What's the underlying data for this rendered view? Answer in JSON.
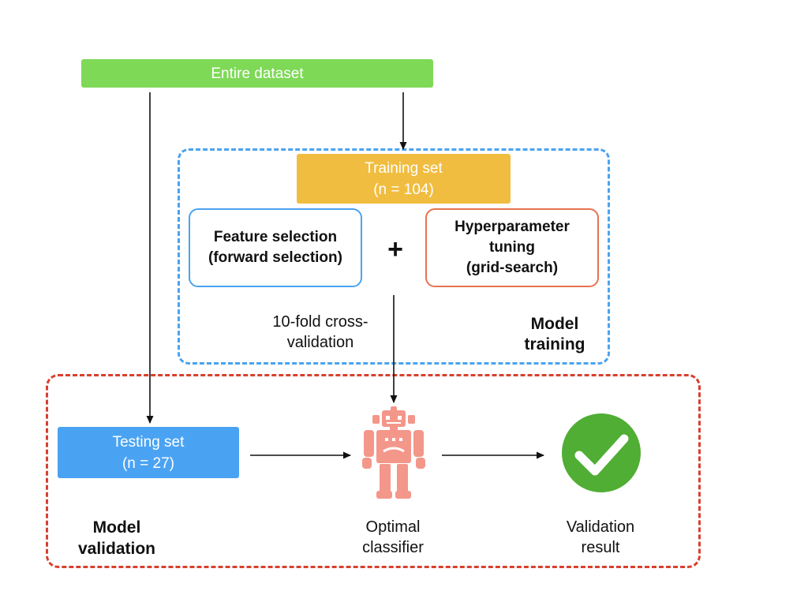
{
  "nodes": {
    "entire_dataset": "Entire dataset",
    "training_set": {
      "line1": "Training set",
      "line2": "(n = 104)"
    },
    "feature_selection": {
      "line1": "Feature selection",
      "line2": "(forward selection)"
    },
    "plus_sign": "+",
    "hyperparameter_tuning": {
      "line1": "Hyperparameter",
      "line2": "tuning",
      "line3": "(grid-search)"
    },
    "testing_set": {
      "line1": "Testing set",
      "line2": "(n = 27)"
    }
  },
  "labels": {
    "cross_validation": {
      "line1": "10-fold cross-",
      "line2": "validation"
    },
    "model_training": {
      "line1": "Model",
      "line2": "training"
    },
    "model_validation": {
      "line1": "Model",
      "line2": "validation"
    },
    "optimal_classifier": {
      "line1": "Optimal",
      "line2": "classifier"
    },
    "validation_result": {
      "line1": "Validation",
      "line2": "result"
    }
  },
  "icons": {
    "classifier": "robot-icon",
    "result": "checkmark-icon"
  },
  "colors": {
    "entire_dataset": "#7ed957",
    "training_set": "#f1bd40",
    "testing_set": "#4aa3f2",
    "training_frame": "#4aa3f0",
    "validation_frame": "#d8402f",
    "feature_border": "#4aa3f0",
    "hyper_border": "#e4734f",
    "robot": "#f3978a",
    "check": "#4fae33"
  }
}
